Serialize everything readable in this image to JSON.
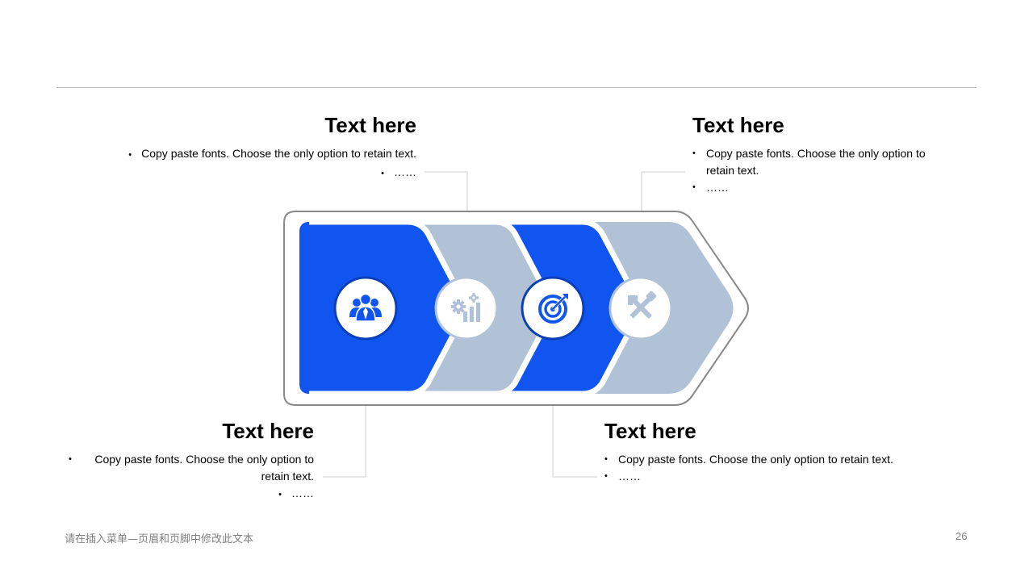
{
  "steps": [
    {
      "title": "Text here",
      "bullets": [
        "Copy paste fonts. Choose the only option to retain text.",
        "……"
      ],
      "icon": "team-icon"
    },
    {
      "title": "Text here",
      "bullets": [
        "Copy paste fonts. Choose the only option to retain text.",
        "……"
      ],
      "icon": "gear-bar-chart-icon"
    },
    {
      "title": "Text here",
      "bullets": [
        "Copy paste fonts. Choose the only option to retain text.",
        "……"
      ],
      "icon": "target-icon"
    },
    {
      "title": "Text here",
      "bullets": [
        "Copy paste fonts. Choose the only option to retain text.",
        "……"
      ],
      "icon": "tools-icon"
    }
  ],
  "colors": {
    "accent_blue": "#1155f0",
    "muted_blue_gray": "#b1c2d6",
    "outline_gray": "#888888",
    "ring_dark_blue": "#0a3fb8"
  },
  "footer": {
    "text": "请在插入菜单—页眉和页脚中修改此文本",
    "page_number": "26"
  }
}
